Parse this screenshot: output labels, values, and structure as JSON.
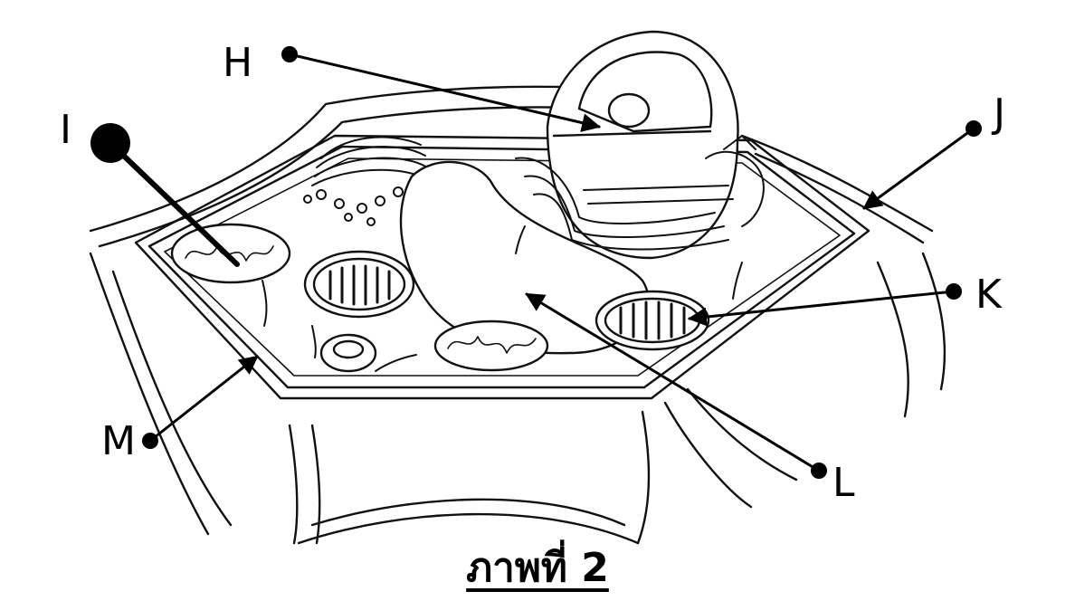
{
  "labels": {
    "H": "H",
    "I": "I",
    "J": "J",
    "K": "K",
    "L": "L",
    "M": "M"
  },
  "caption": "ภาพที่ 2"
}
